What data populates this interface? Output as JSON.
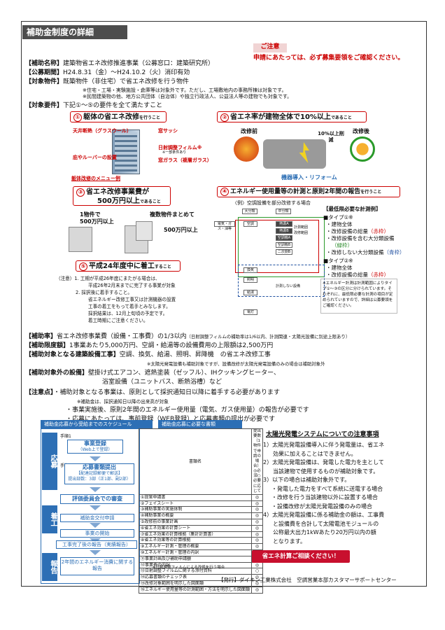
{
  "title": "補助金制度の詳細",
  "notice": {
    "title": "ご注意",
    "text": "申請にあたっては、必ず募集要領をご確認ください。"
  },
  "program": {
    "name_label": "【補助名称】",
    "name_value": "建築物省エネ改修推進事業（公募窓口：建築研究所）",
    "period_label": "【公募期間】",
    "period_value": "H24.8.31（金）～H24.10.2（火）消印有効",
    "target_label": "【対象物件】",
    "target_value": "既築物件（非住宅）で省エネ改修を行う物件",
    "target_note1": "※住宅・工場・実験施設・倉庫等は対象外です。ただし、工場敷地内の事務所棟は対象です。",
    "target_note2": "※民間建築物の他、地方公共団体（自治体）や独立行政法人、公益法人等の建物でも対象です。",
    "req_label": "【対象要件】",
    "req_value": "下記①～⑤の要件を全て満たすこと"
  },
  "req1": {
    "num": "①",
    "title": "躯体の省エネ改修",
    "suffix": "を行うこと",
    "items": [
      "天井断熱（グラスウール）",
      "窓サッシ",
      "日射調整フィルム※",
      "※一部条件あり",
      "庇やルーバーの設置",
      "窓ガラス（複層ガラス）"
    ],
    "caption": "躯体改修のメニュー例"
  },
  "req2": {
    "num": "②",
    "title": "省エネ率が建物全体で10%以上",
    "suffix": "であること",
    "before": "改修前",
    "after": "改修後",
    "reduction": "10%以上削減",
    "caption": "機器導入・リフォーム"
  },
  "req3": {
    "num": "③",
    "title": "省エネ改修事業費が",
    "title2": "500万円以上",
    "suffix": "であること",
    "left_label": "1物件で",
    "left_value": "500万円以上",
    "right_label": "複数物件まとめて",
    "right_value": "500万円以上"
  },
  "req4": {
    "num": "④",
    "title": "エネルギー使用量等の計測と原則2年間の報告",
    "suffix": "を行うこと",
    "example": "〈例〉空調設備を部分改修する場合",
    "diagram_labels": [
      "大分類",
      "中分類",
      "電気・ガス・油等",
      "空調",
      "熱源A",
      "熱源B",
      "空調機A",
      "空調機B",
      "二次側B",
      "換気",
      "照明",
      "給湯",
      "電灯",
      "計測範囲",
      "改修範囲",
      "計測しない設備"
    ],
    "min_title": "【最低限必要な計測例】",
    "type1": "■タイプ①※",
    "type1_items": [
      "・建物全体",
      "・改修設備の総量",
      "（赤枠）",
      "・改修設備を含む大分類設備",
      "（緑枠）",
      "・改修しない大分類設備",
      "（青枠）"
    ],
    "type2": "■タイプ②※",
    "type2_items": [
      "・建物全体",
      "・改修設備の総量",
      "（赤枠）"
    ],
    "footnote": "※エネルギー計測は計測範囲によりタイプ①～③の区分に分けられています。それぞれに、最低限必要な計測の項目が定められていますので、詳細は公募要領をご確認ください。"
  },
  "req5": {
    "num": "⑤",
    "title": "平成24年度中に着工",
    "suffix": "すること",
    "notes": [
      "（注意）1. 工期が平成26年度にまたがる場合は、",
      "平成26年2月末までに完了する事業が対象",
      "2. 採択後に着手すること。",
      "省エネルギー改修工事又は計測機器の設置",
      "工事の着工をもって着手とみなします。",
      "採択結果は、12月上旬頃の予定です。",
      "着工時期にご注意ください。"
    ]
  },
  "subsidy": {
    "rate_label": "【補助率】",
    "rate_value": "省エネ改修事業費（設備・工事費）の1/3以内",
    "rate_note": "（日射調整フィルムの補助率は1/6以内、計測関連・太陽光設備に別途上限あり）",
    "limit_label": "【補助限度額】",
    "limit_value": "1事業あたり5,000万円、空調・給湯等の設備費用の上限額は2,500万円",
    "work_label": "【補助対象となる建築設備工事】",
    "work_value": "空調、換気、給湯、照明、昇降機　の省エネ改修工事",
    "work_note": "※太陽光発電設備も補助対象ですが、設備改修が太陽光発電設備のみの場合は補助対象外",
    "equip_label": "【補助対象外の設備】",
    "equip_value1": "壁掛け式エアコン、遮熱塗装（ゼッフル）、IHクッキングヒーター、",
    "equip_value2": "浴室設備（ユニットバス、断熱浴槽）など",
    "points_label": "【注意点】",
    "points": [
      "・補助対象となる事業は、原則として採択通知日以降に着手する必要があります",
      "※補助金は、採択通知日以降の出来高が対象",
      "・事業実施後、原則2年間のエネルギー使用量（電気、ガス使用量）の報告が必要です",
      "・応募にあたっては、事前登録（WEB登録）と応募書類の提出が必要です"
    ]
  },
  "schedule": {
    "header": "補助金応募から受給までのスケジュール",
    "phases": [
      "応募",
      "着工",
      "報告"
    ],
    "step1_tag": "手順1",
    "step1": "事業登録",
    "step1_sub": "（Web上で登録）",
    "step2_tag": "手順2",
    "step2": "応募書類提出",
    "step2_sub": "【配達記録郵便で郵送】",
    "step2_sub2": "提出部数：3部（正1部、副2部）",
    "review": "評価委員会での審査",
    "grant": "補助金交付申請",
    "start": "事業の開始",
    "report_done": "工事完了後の報告（実績報告）",
    "report_2y": "2年間のエネルギー消費に関する報告"
  },
  "docs": {
    "header": "補助金応募に必要な書類",
    "col1": "書類名",
    "col2": "提出要数（1物件で申請の場合）◎必須○必要に応じて",
    "rows": [
      [
        "①提案申請書",
        "◎"
      ],
      [
        "②フェイスシート",
        "◎"
      ],
      [
        "③補助事業の実施体制",
        "◎"
      ],
      [
        "④補助事業の概要",
        "◎"
      ],
      [
        "⑤改修前の事業計画",
        "◎"
      ],
      [
        "⑥省エネ効果の計算シート",
        "◎"
      ],
      [
        "⑦省エネ効果の計算根拠（集計計算書）",
        "◎"
      ],
      [
        "⑧省エネ効果等の計算根拠",
        "◎"
      ],
      [
        "⑨エネルギー計測・管理の概要",
        "◎"
      ],
      [
        "⑩エネルギー計測・管理の内訳",
        "◎"
      ],
      [
        "⑪事業計画及び補助申請額",
        "◎"
      ],
      [
        "⑫事業費の内訳",
        "◎"
      ],
      [
        "⑬日射調整フィルムに関する添付資料",
        "○"
      ],
      [
        "⑭応募書類のチェック表",
        "◎"
      ],
      [
        "⑮改修対象範囲を明示した図面類",
        "◎"
      ],
      [
        "⑯エネルギー使用量等の計測範囲・方法を明示した図面類",
        "◎"
      ]
    ],
    "footnote": "※日射調整フィルムによる改修を行う場合",
    "consult": "省エネ計算ご相談ください！"
  },
  "solar": {
    "title": "太陽光発電システムについての注意事項",
    "items": [
      "1）太陽光発電設備導入に伴う発電量は、省エネ",
      "効果に加えることはできません。",
      "2）太陽光発電設備は、発電した電力を主として",
      "当該建物で使用するものが補助対象です。",
      "3）以下の場合は補助対象外です。",
      "・発電した電力をすべて系統に送電する場合",
      "・改修を行う当該建物以外に設置する場合",
      "・設備改修が太陽光発電設備のみの場合",
      "4）太陽光発電設備に係る補助金の額は、工事費",
      "と設備費を合計して太陽電池モジュールの",
      "公称最大出力1kWあたり20万円以内の額",
      "となります。"
    ]
  },
  "footer": "【発行】ダイキン工業株式会社　空調営業本部カスタマーサポートセンター"
}
